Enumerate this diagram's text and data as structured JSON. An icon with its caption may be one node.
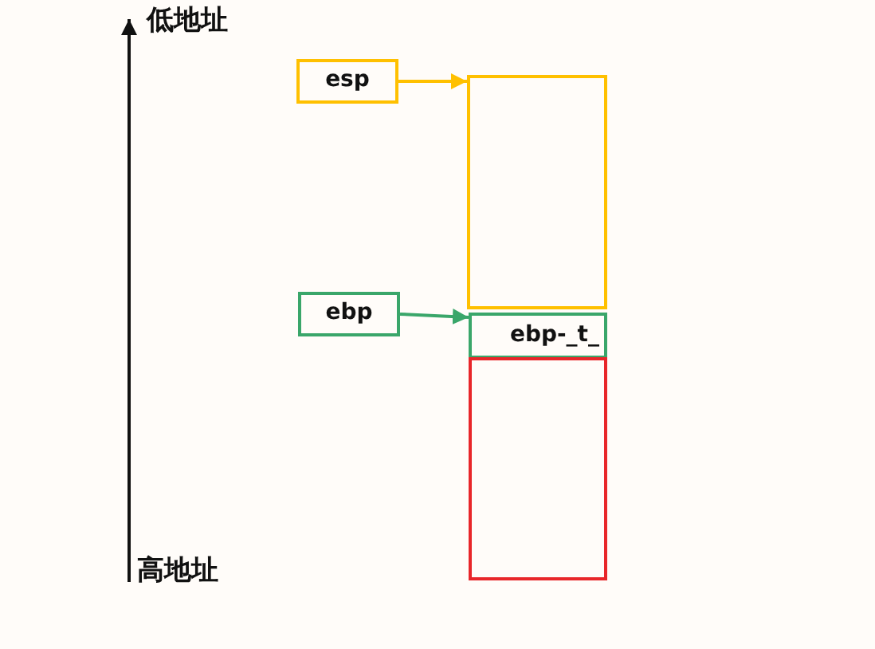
{
  "diagram": {
    "nodes": [
      {
        "text": [
          "esp"
        ]
      },
      {
        "text": [],
        "shape": "box"
      },
      {
        "text": [
          "ebp"
        ]
      },
      {
        "text": [
          "ebp-_t_"
        ]
      },
      {
        "text": [],
        "shape": "box"
      }
    ],
    "edges": [
      {
        "from": 0,
        "to": 1,
        "arrow": "to",
        "color": "#ffc000"
      },
      {
        "from": 2,
        "to": 3,
        "arrow": "to",
        "color": "#3aa66a"
      }
    ],
    "labels": [
      "低地址",
      "高地址"
    ]
  }
}
